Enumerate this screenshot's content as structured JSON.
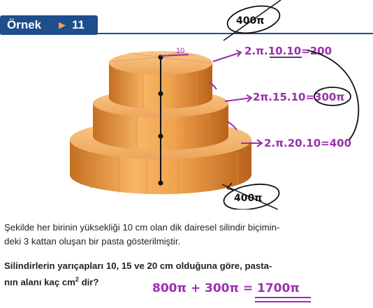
{
  "header": {
    "label": "Örnek",
    "number": "11"
  },
  "annotations": {
    "top": "400π",
    "tier1": "2.π.10.10=200",
    "tier2": "2π.15.10=300π",
    "tier3": "2.π.20.10=400",
    "bottom": "400π",
    "r_mark": "10",
    "answer": "800π + 300π = 1700π"
  },
  "problem": {
    "line1": "Şekilde her birinin yüksekliği 10 cm olan dik dairesel silindir biçimin-",
    "line2": "deki 3 kattan oluşan bir pasta gösterilmiştir.",
    "question1": "Silindirlerin yarıçapları 10, 15 ve 20 cm olduğuna göre, pasta-",
    "question2a": "nın alanı kaç cm",
    "question2sup": "2",
    "question2b": " dir?"
  },
  "colors": {
    "header": "#1f4e8c",
    "cake": "#f0a24e",
    "ink": "#111111",
    "magenta": "#9b2fae"
  }
}
